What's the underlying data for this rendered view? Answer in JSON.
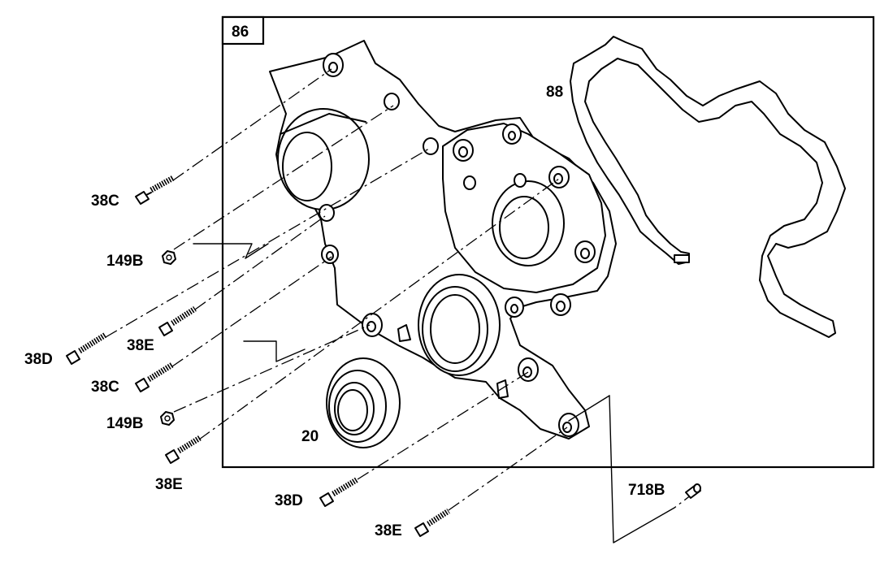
{
  "figure": {
    "box_label": "86",
    "part_labels": {
      "gasket": "88",
      "seal": "20",
      "bolt_c_upper": "38C",
      "nut_upper": "149B",
      "bolt_d_left": "38D",
      "bolt_e_mid": "38E",
      "bolt_c_lower": "38C",
      "nut_lower": "149B",
      "bolt_e_lower_left": "38E",
      "bolt_d_bottom": "38D",
      "bolt_e_bottom": "38E",
      "dowel": "718B"
    }
  }
}
